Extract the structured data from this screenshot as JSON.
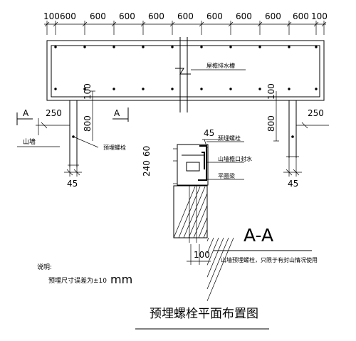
{
  "title": "预埋螺栓平面布置图",
  "top_dims": [
    "100",
    "600",
    "600",
    "600",
    "600",
    "600",
    "600",
    "600",
    "600",
    "600",
    "100"
  ],
  "labels": {
    "gutter": "屋檐排水槽",
    "section_marker": "A",
    "gable_wall": "山墙",
    "bolt": "预埋螺栓",
    "bolt_section": "预埋螺栓",
    "gable_gutter": "山墙檐口封水",
    "flat_beam": "平圈梁",
    "section_title": "A-A",
    "section_note": "山墙预埋螺栓，只限于有封山情况使用",
    "explain_heading": "说明:",
    "explain_tol": "预埋尺寸误差为±10",
    "explain_unit": "mm"
  },
  "dims": {
    "d100": "100",
    "d250": "250",
    "d800": "800",
    "d45": "45",
    "d60": "60",
    "d240": "240"
  },
  "colors": {
    "line": "#000000",
    "background": "#ffffff"
  }
}
